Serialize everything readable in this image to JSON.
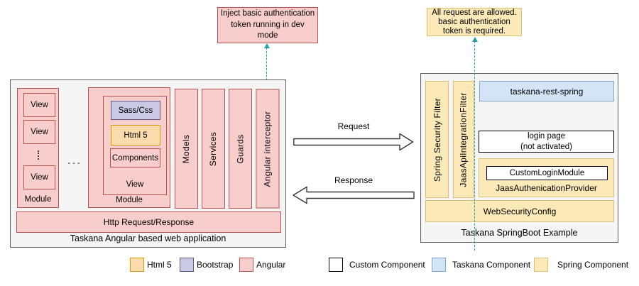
{
  "colors": {
    "angular_fill": "#f8cecc",
    "angular_stroke": "#b85450",
    "html5_fill": "#fbdcae",
    "html5_stroke": "#d79b00",
    "bootstrap_fill": "#cac8e2",
    "bootstrap_stroke": "#5f5a86",
    "spring_fill": "#fbe9b8",
    "spring_stroke": "#d9bf77",
    "taskana_fill": "#d4e4f7",
    "taskana_stroke": "#7ea6cf",
    "container_fill": "#f5f5f5",
    "container_stroke": "#5f5f5f",
    "connector_teal": "#23a1ab"
  },
  "annotations": {
    "dev_note": "Inject basic authentication\ntoken running in dev\nmode",
    "auth_note": "All request are allowed.\nbasic authentication\ntoken is required."
  },
  "left_app": {
    "title": "Taskana Angular based web application",
    "module1": {
      "label": "Module",
      "views": [
        "View",
        "View",
        "View"
      ]
    },
    "dots": "- - -",
    "module2": {
      "label": "Module",
      "view": {
        "label": "View",
        "children": [
          "Sass/Css",
          "Html 5",
          "Components"
        ]
      }
    },
    "bars": [
      "Models",
      "Services",
      "Guards",
      "Angular interceptor"
    ],
    "http_bar": "Http Request/Response"
  },
  "arrows": {
    "request": "Request",
    "response": "Response"
  },
  "right_app": {
    "title": "Taskana SpringBoot Example",
    "filters": [
      "Spring Security Filter",
      "JaasApiIntegrationFilter"
    ],
    "rest": "taskana-rest-spring",
    "login_page": "login page\n(not activated)",
    "provider": {
      "label": "JaasAuthenicationProvider",
      "inner": "CustomLoginModule"
    },
    "web_security": "WebSecurityConfig"
  },
  "legend": [
    {
      "label": "Html 5"
    },
    {
      "label": "Bootstrap"
    },
    {
      "label": "Angular"
    },
    {
      "label": "Custom Component"
    },
    {
      "label": "Taskana Component"
    },
    {
      "label": "Spring Component"
    }
  ]
}
